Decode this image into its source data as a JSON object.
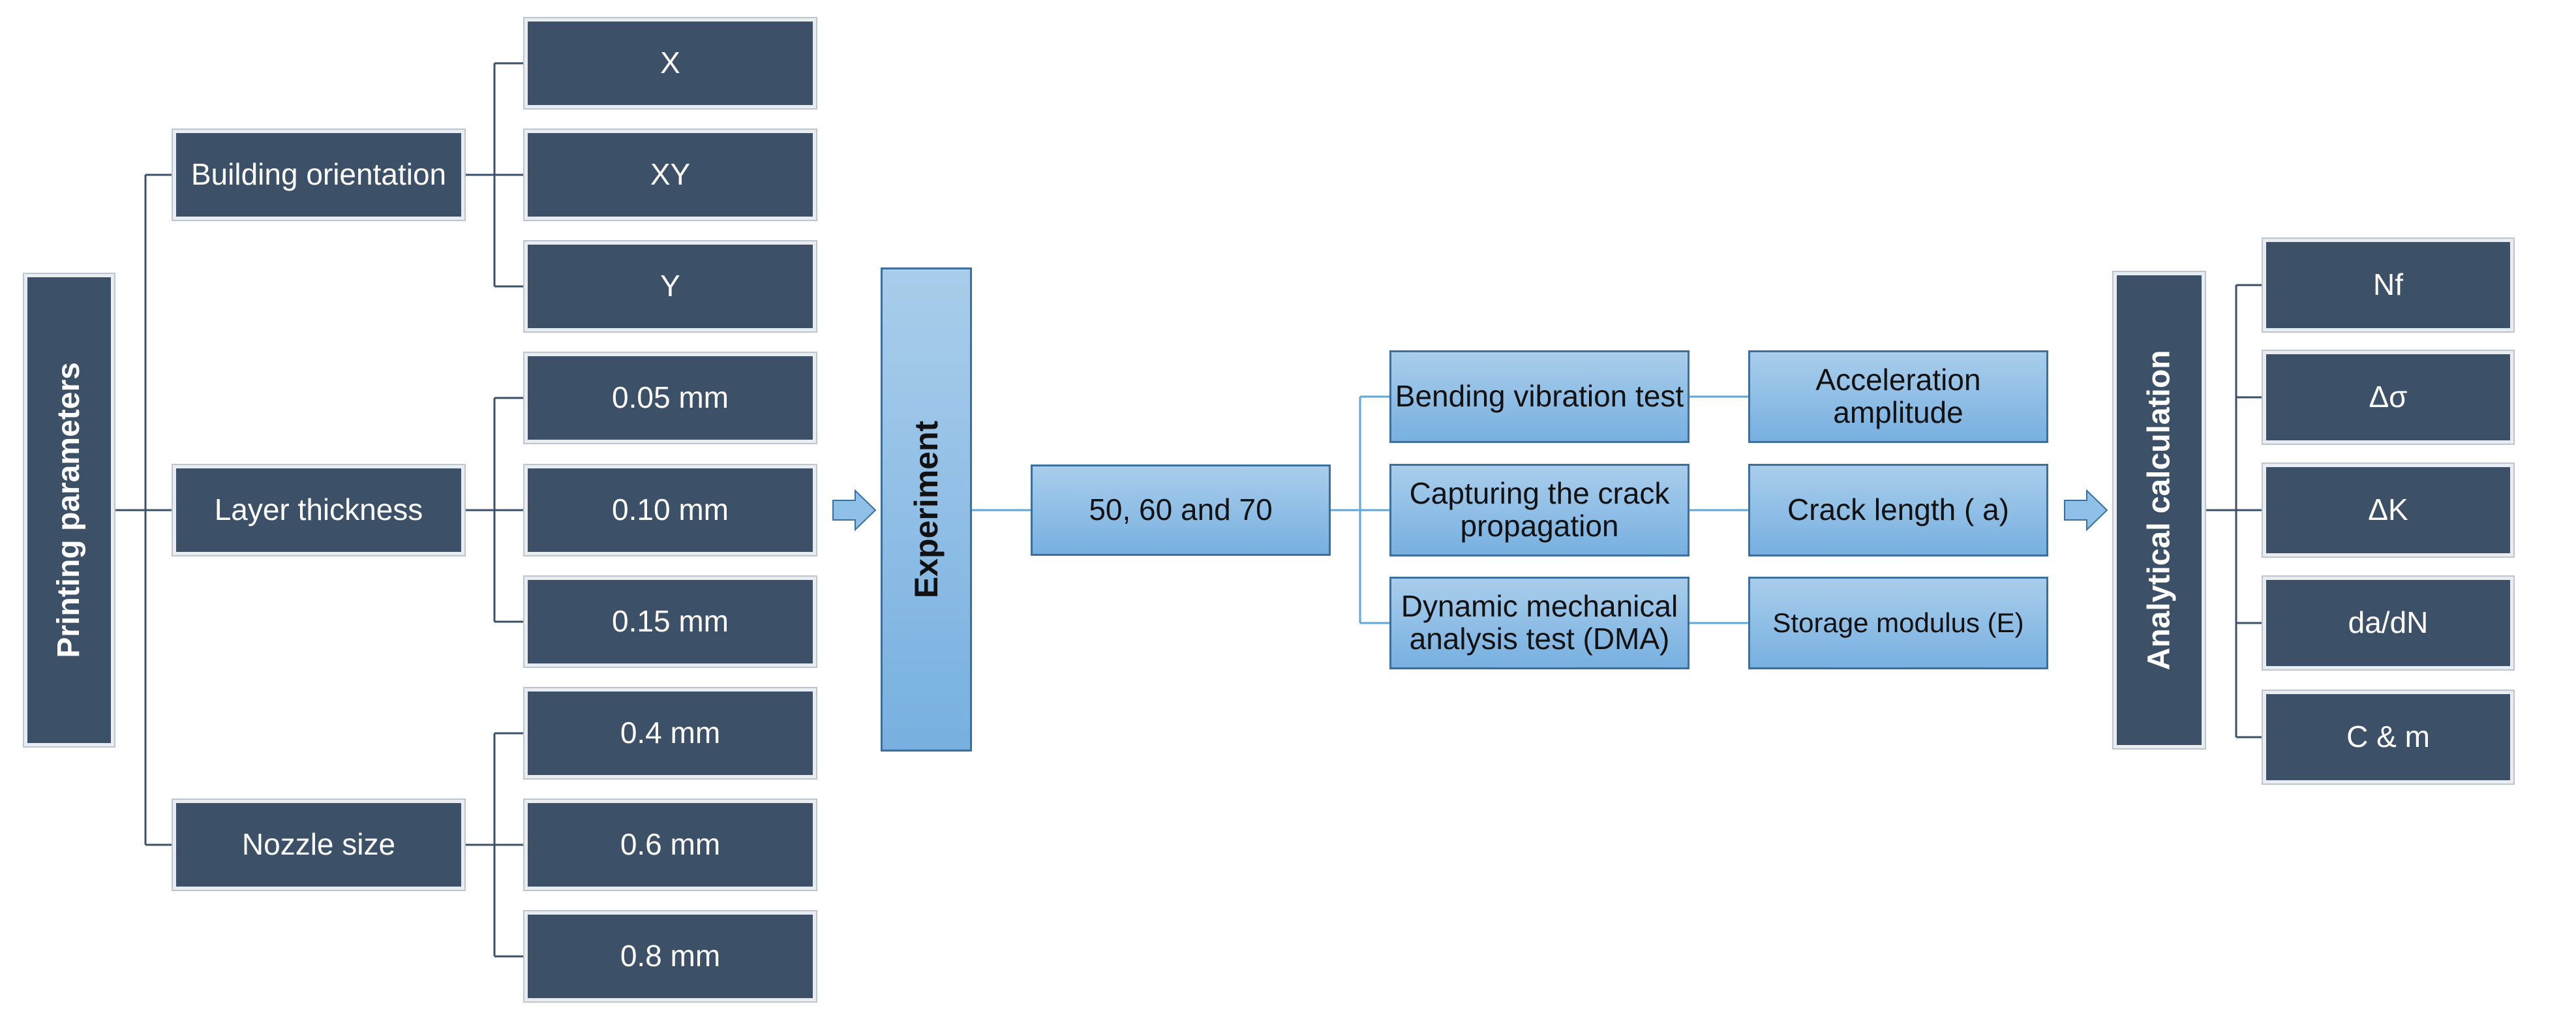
{
  "printing_parameters": {
    "title": "Printing parameters",
    "groups": [
      {
        "label": "Building orientation",
        "options": [
          "X",
          "XY",
          "Y"
        ]
      },
      {
        "label": "Layer thickness",
        "options": [
          "0.05 mm",
          "0.10 mm",
          "0.15 mm"
        ]
      },
      {
        "label": "Nozzle size",
        "options": [
          "0.4 mm",
          "0.6 mm",
          "0.8 mm"
        ]
      }
    ]
  },
  "experiment": {
    "title": "Experiment",
    "condition": "50, 60 and 70",
    "tests": [
      {
        "test": "Bending vibration test",
        "output": "Acceleration amplitude"
      },
      {
        "test": "Capturing the crack propagation",
        "output": "Crack length ( a)"
      },
      {
        "test": "Dynamic mechanical analysis test (DMA)",
        "output": "Storage modulus (E)"
      }
    ]
  },
  "analysis": {
    "title": "Analytical calculation",
    "results": [
      "Nf",
      "Δσ",
      "ΔK",
      "da/dN",
      "C & m"
    ]
  },
  "colors": {
    "dark_box": "#3c5068",
    "light_box": "#8fc0e8",
    "dark_connector": "#3c5068",
    "light_connector": "#5ea7d8"
  }
}
